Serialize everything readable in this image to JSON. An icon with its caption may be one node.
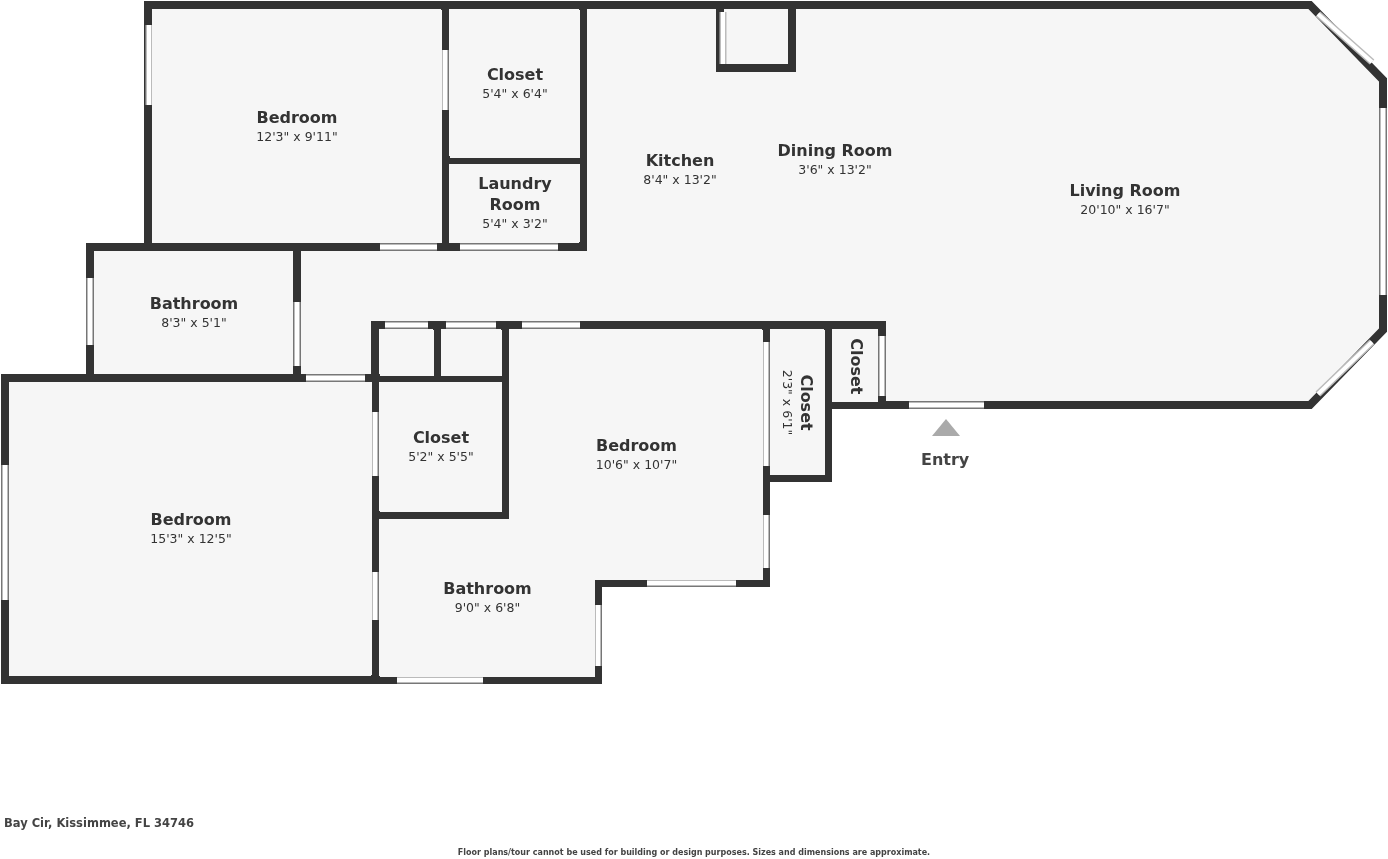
{
  "diagram": {
    "nodes": [
      {
        "text": [
          "Bedroom",
          "12'3\" x 9'11\""
        ]
      },
      {
        "text": [
          "Closet",
          "5'4\" x 6'4\""
        ]
      },
      {
        "text": [
          "Laundry Room",
          "5'4\" x 3'2\""
        ]
      },
      {
        "text": [
          "Kitchen",
          "8'4\" x 13'2\""
        ]
      },
      {
        "text": [
          "Dining Room",
          "3'6\" x 13'2\""
        ]
      },
      {
        "text": [
          "Living Room",
          "20'10\" x 16'7\""
        ]
      },
      {
        "text": [
          "Bathroom",
          "8'3\" x 5'1\""
        ]
      },
      {
        "text": [
          "Bedroom",
          "15'3\" x 12'5\""
        ]
      },
      {
        "text": [],
        "shape": "box"
      },
      {
        "text": [],
        "shape": "box"
      },
      {
        "text": [
          "Closet",
          "5'2\" x 5'5\""
        ]
      },
      {
        "text": [
          "Bedroom",
          "10'6\" x 10'7\""
        ]
      },
      {
        "text": [
          "Closet",
          "2'3\" x 6'1\""
        ]
      },
      {
        "text": [
          "Closet"
        ]
      },
      {
        "text": [
          "Bathroom",
          "9'0\" x 6'8\""
        ]
      }
    ],
    "labels": [
      "Entry",
      "Bay Cir, Kissimmee, FL 34746",
      "Floor plans/tour cannot be used for building or design purposes. Sizes and dimensions are approximate."
    ]
  }
}
